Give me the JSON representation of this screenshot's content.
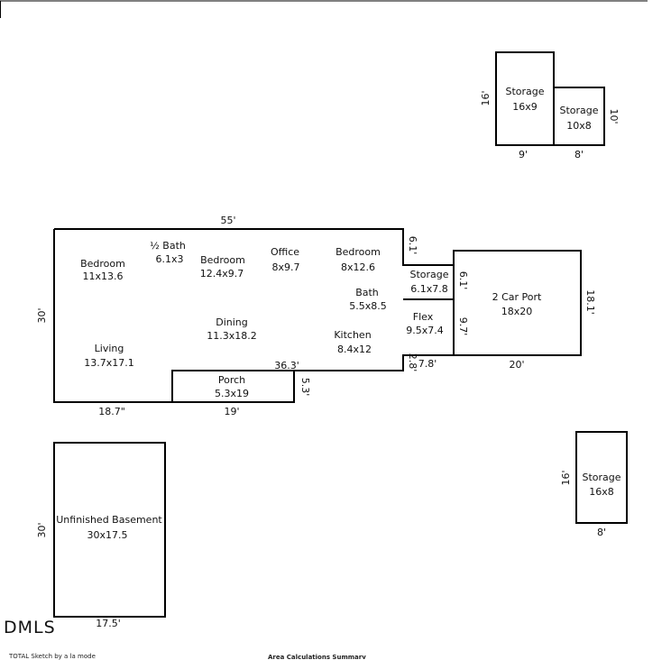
{
  "rooms": {
    "bedroom1": {
      "name": "Bedroom",
      "dim": "11x13.6"
    },
    "half_bath": {
      "name": "½ Bath",
      "dim": "6.1x3"
    },
    "bedroom2": {
      "name": "Bedroom",
      "dim": "12.4x9.7"
    },
    "office": {
      "name": "Office",
      "dim": "8x9.7"
    },
    "bedroom3": {
      "name": "Bedroom",
      "dim": "8x12.6"
    },
    "bath": {
      "name": "Bath",
      "dim": "5.5x8.5"
    },
    "dining": {
      "name": "Dining",
      "dim": "11.3x18.2"
    },
    "kitchen": {
      "name": "Kitchen",
      "dim": "8.4x12"
    },
    "living": {
      "name": "Living",
      "dim": "13.7x17.1"
    },
    "porch": {
      "name": "Porch",
      "dim": "5.3x19"
    },
    "storage_main": {
      "name": "Storage",
      "dim": "6.1x7.8"
    },
    "flex": {
      "name": "Flex",
      "dim": "9.5x7.4"
    },
    "carport": {
      "name": "2 Car Port",
      "dim": "18x20"
    },
    "storage_top_left": {
      "name": "Storage",
      "dim": "16x9"
    },
    "storage_top_right": {
      "name": "Storage",
      "dim": "10x8"
    },
    "storage_right": {
      "name": "Storage",
      "dim": "16x8"
    },
    "basement": {
      "name": "Unfinished Basement",
      "dim": "30x17.5"
    }
  },
  "dimensions": {
    "main_top": "55'",
    "main_left": "30'",
    "main_bottom_left": "18.7\"",
    "porch_bottom": "19'",
    "porch_top": "36.3'",
    "porch_right": "5.3'",
    "step_6_1_a": "6.1'",
    "step_6_1_b": "6.1'",
    "step_9_7": "9.7'",
    "step_2_8": "2.8'",
    "flex_bottom": "7.8'",
    "carport_right": "18.1'",
    "carport_bottom": "20'",
    "st1_left": "16'",
    "st1_bottom": "9'",
    "st2_right": "10'",
    "st2_bottom": "8'",
    "st3_left": "16'",
    "st3_bottom": "8'",
    "basement_left": "30'",
    "basement_bottom": "17.5'"
  },
  "footer": {
    "watermark": "DMLS",
    "sketch_credit": "TOTAL Sketch by a la mode",
    "area_summary": "Area Calculations Summary"
  }
}
